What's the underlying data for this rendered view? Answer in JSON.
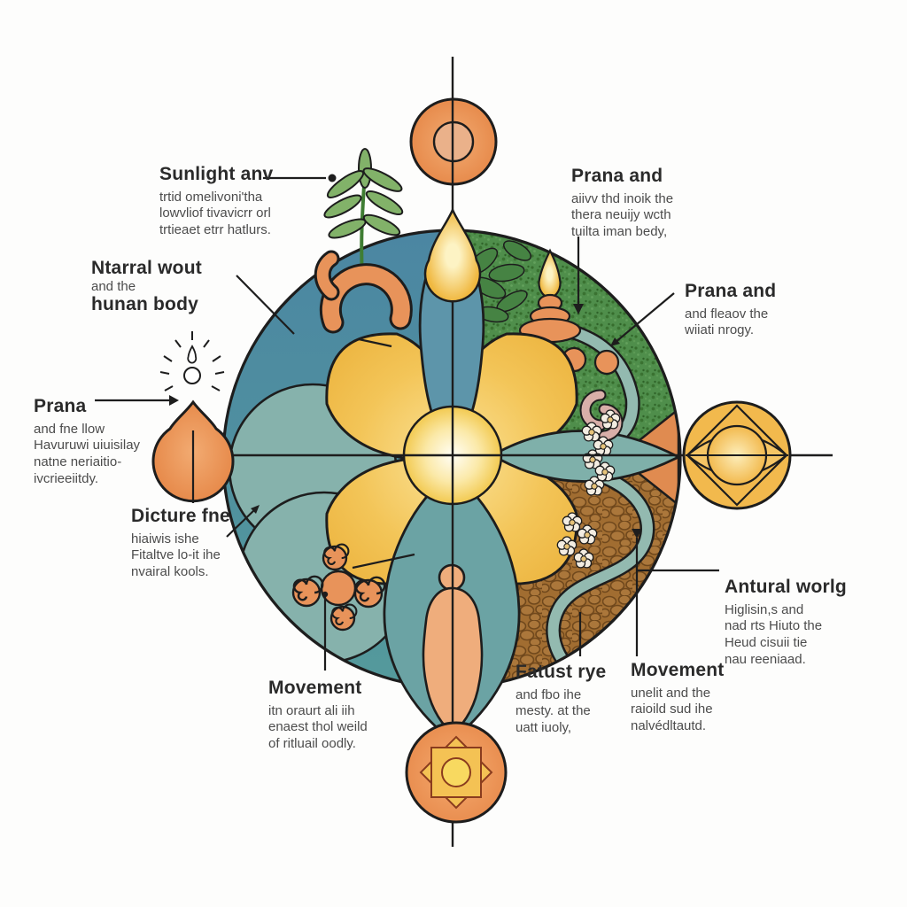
{
  "title": "Prana mandala infographic (AI-generated garbled text)",
  "palette": {
    "background": "#fdfdfc",
    "outline": "#1d1d1d",
    "teal_quadrant": "#4b86a2",
    "teal_light_circle": "#86b2ac",
    "green_quadrant": "#4f8e4b",
    "brown_quadrant": "#a16d31",
    "petal_gold": "#f3c558",
    "center_glow": "#fffef6",
    "orange_accent": "#e8935a",
    "skin_peach": "#efad7c",
    "pink_crescent": "#d9afa9",
    "river_teal": "#93bab0",
    "heading_text": "#2a2a2a",
    "body_text": "#4c4c4c"
  },
  "diagram_icons": [
    "sun-circle",
    "water-droplet",
    "plant-sprig",
    "oil-lamp",
    "chakra-eye",
    "lotus-sun",
    "prana-drop",
    "radiance-sparkle",
    "human-figure",
    "pinwheel-spiral",
    "river-stream",
    "flower-chain",
    "crescent-pair",
    "lotus-petals"
  ],
  "labels": {
    "sunlight": {
      "heading": "Sunlight anv",
      "lines": [
        "trtid omelivoni'tha",
        "lowvliof tivavicrr orl",
        "trtieaet etrr hatlurs."
      ]
    },
    "natural_body": {
      "heading1": "Ntarral wout",
      "sub": "and the",
      "heading2": "hunan body"
    },
    "prana_left": {
      "heading": "Prana",
      "lines": [
        "and fne llow",
        "Havuruwi uiuisilay",
        "natne neriaitio-",
        "ivcrieeiitdy."
      ]
    },
    "picture": {
      "heading": "Dicture fne",
      "lines": [
        "hiaiwis ishe",
        "Fitaltve lo-it ihe",
        "nvairal kools."
      ]
    },
    "movement_left": {
      "heading": "Movement",
      "lines": [
        "itn oraurt ali iih",
        "enaest thol weild",
        "of ritluail oodly."
      ]
    },
    "prana_top_right": {
      "heading": "Prana and",
      "lines": [
        "aiivv thd inoik the",
        "thera neuijy wcth",
        "tuilta iman bedy,"
      ]
    },
    "prana_right": {
      "heading": "Prana and",
      "lines": [
        "and fleaov the",
        "wiiati nrogy."
      ]
    },
    "natural_world": {
      "heading": "Antural worlg",
      "lines": [
        "Higlisin,s and",
        "nad rts Hiuto the",
        "Heud cisuii tie",
        "nau reeniaad."
      ]
    },
    "fatust": {
      "heading": "Fatust rye",
      "lines": [
        "and fbo ihe",
        "mesty. at the",
        "uatt iuoly,"
      ]
    },
    "movement_right": {
      "heading": "Movement",
      "lines": [
        "unelit and the",
        "raioild sud ihe",
        "nalvédltautd."
      ]
    }
  }
}
